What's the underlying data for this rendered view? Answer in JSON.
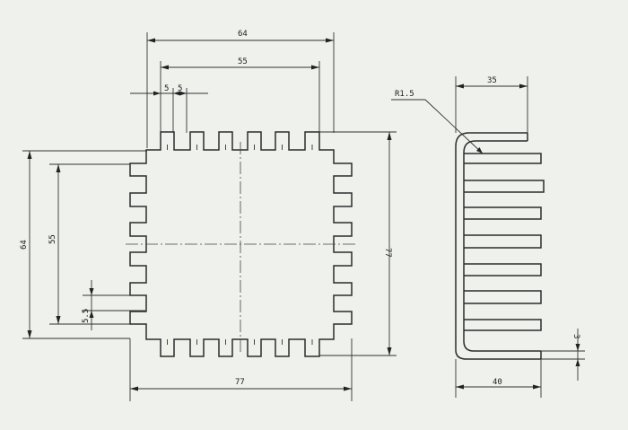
{
  "dimensions": {
    "top_outer_width": "64",
    "top_inner_width": "55",
    "fin_pitch_left": "5",
    "fin_pitch_right": "5",
    "left_outer_height": "64",
    "left_inner_height": "55",
    "side_fin_pitch": "5.5",
    "right_height": "77",
    "bottom_width": "77",
    "side_view_top_width": "35",
    "side_view_bottom_width": "40",
    "bend_radius": "R1.5",
    "plate_thickness": "3"
  },
  "colors": {
    "paper": "#eef1ec",
    "line": "#2c2c2c"
  }
}
